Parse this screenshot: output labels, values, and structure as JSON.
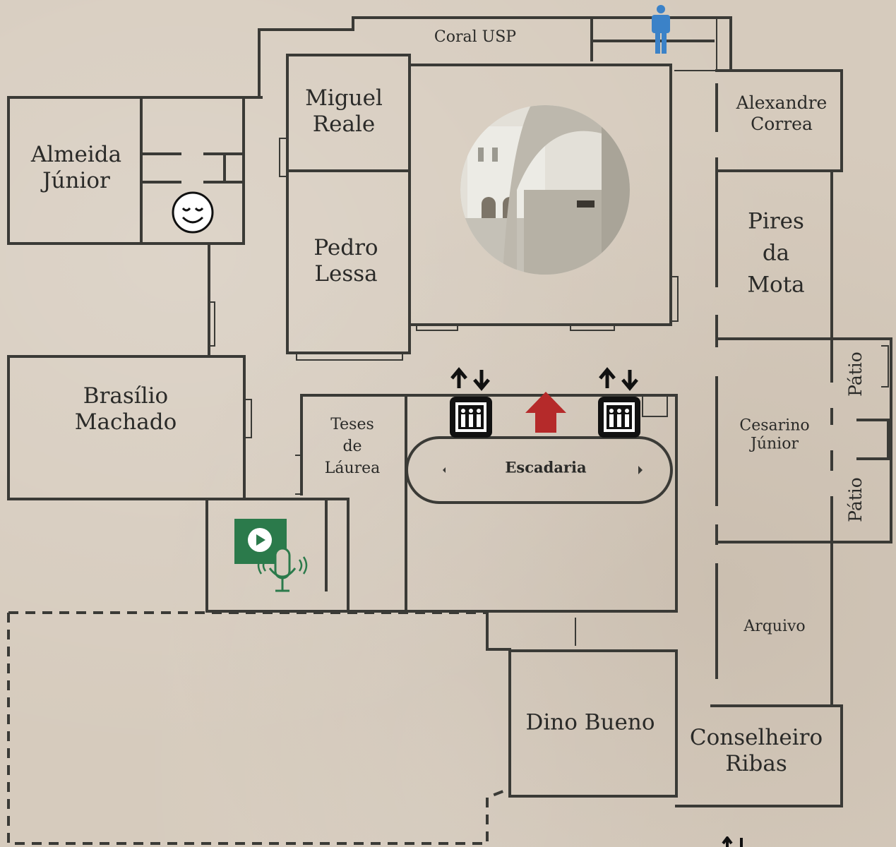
{
  "map": {
    "rooms": [
      {
        "id": "coral",
        "lines": [
          "Coral USP"
        ]
      },
      {
        "id": "miguel",
        "lines": [
          "Miguel",
          "Reale"
        ]
      },
      {
        "id": "almeida",
        "lines": [
          "Almeida",
          "Júnior"
        ]
      },
      {
        "id": "pedro",
        "lines": [
          "Pedro",
          "Lessa"
        ]
      },
      {
        "id": "alexandre",
        "lines": [
          "Alexandre",
          "Correa"
        ]
      },
      {
        "id": "pires",
        "lines": [
          "Pires",
          "da",
          "Mota"
        ]
      },
      {
        "id": "brasilio",
        "lines": [
          "Brasílio",
          "Machado"
        ]
      },
      {
        "id": "teses",
        "lines": [
          "Teses",
          "de",
          "Láurea"
        ]
      },
      {
        "id": "escadaria",
        "lines": [
          "Escadaria"
        ]
      },
      {
        "id": "cesarino",
        "lines": [
          "Cesarino",
          "Júnior"
        ]
      },
      {
        "id": "patio1",
        "lines": [
          "Pátio"
        ]
      },
      {
        "id": "patio2",
        "lines": [
          "Pátio"
        ]
      },
      {
        "id": "arquivo",
        "lines": [
          "Arquivo"
        ]
      },
      {
        "id": "dino",
        "lines": [
          "Dino Bueno"
        ]
      },
      {
        "id": "conselheiro",
        "lines": [
          "Conselheiro",
          "Ribas"
        ]
      }
    ],
    "icons": {
      "you_are_here": "person-icon",
      "rest_area": "smiley-icon",
      "media": "video-audio-icon",
      "elevator": "elevator-icon",
      "stairs_up": "arrow-up-icon",
      "courtyard_photo": "courtyard-photo"
    },
    "colors": {
      "person": "#3b82c8",
      "stairs_arrow": "#b52a2a",
      "media_green": "#2b7a4b",
      "wall": "#3a3a36",
      "paper": "#d6cbbd"
    }
  }
}
